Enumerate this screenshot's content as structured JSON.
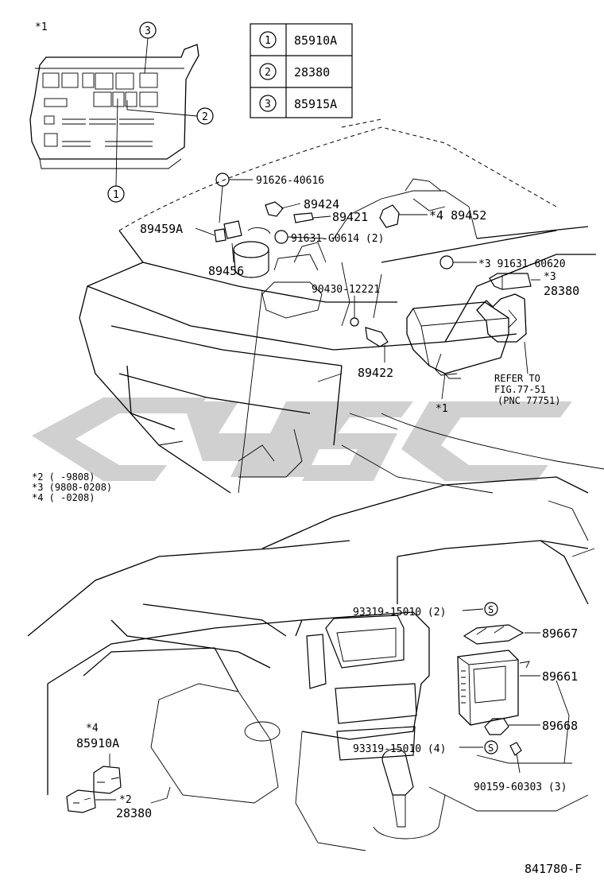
{
  "legend": {
    "rows": [
      {
        "num": "1",
        "part": "85910A"
      },
      {
        "num": "2",
        "part": "28380"
      },
      {
        "num": "3",
        "part": "85915A"
      }
    ]
  },
  "inset": {
    "note": "*1",
    "callouts": [
      "1",
      "2",
      "3"
    ]
  },
  "engine_parts": {
    "p91626": "91626-40616",
    "p89424": "89424",
    "p89421": "89421",
    "p89452": "*4 89452",
    "p89459": "89459A",
    "p91631a": "91631-G0614 (2)",
    "p91631b": "*3  91631-60620",
    "p28380_star": "*3",
    "p28380": "28380",
    "p89456": "89456",
    "p90430": "90430-12221",
    "p89422": "89422",
    "refer1": "REFER TO",
    "refer2": "FIG.77-51",
    "refer3": "(PNC 77751)",
    "star1": "*1"
  },
  "notes": {
    "n2": "*2 (    -9808)",
    "n3": "*3 (9808-0208)",
    "n4": "*4 (    -0208)"
  },
  "dash_parts": {
    "p93319a": "93319-15010 (2)",
    "p89667": "89667",
    "p89661": "89661",
    "p89668": "89668",
    "p93319b": "93319-15010 (4)",
    "p90159": "90159-60303 (3)",
    "p85910_star": "*4",
    "p85910": "85910A",
    "p28380_star": "*2",
    "p28380": "28380"
  },
  "fig_id": "841780-F",
  "watermark": {
    "color": "#c8c8c8"
  }
}
